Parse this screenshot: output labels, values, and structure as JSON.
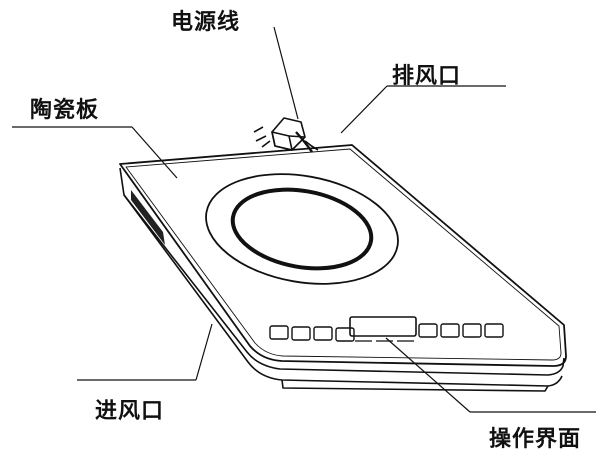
{
  "labels": {
    "power_cord": "电源线",
    "exhaust_vent": "排风口",
    "ceramic_panel": "陶瓷板",
    "intake_vent": "进风口",
    "control_panel": "操作界面"
  },
  "colors": {
    "line": "#111111",
    "background": "#ffffff"
  }
}
